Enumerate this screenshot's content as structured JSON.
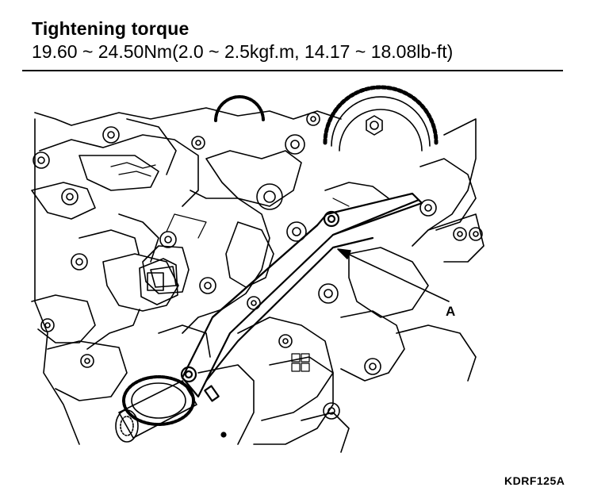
{
  "header": {
    "title": "Tightening torque",
    "spec": "19.60 ~ 24.50Nm(2.0 ~ 2.5kgf.m, 14.17 ~ 18.08lb-ft)"
  },
  "diagram": {
    "callout_label": "A",
    "figure_code": "KDRF125A"
  }
}
